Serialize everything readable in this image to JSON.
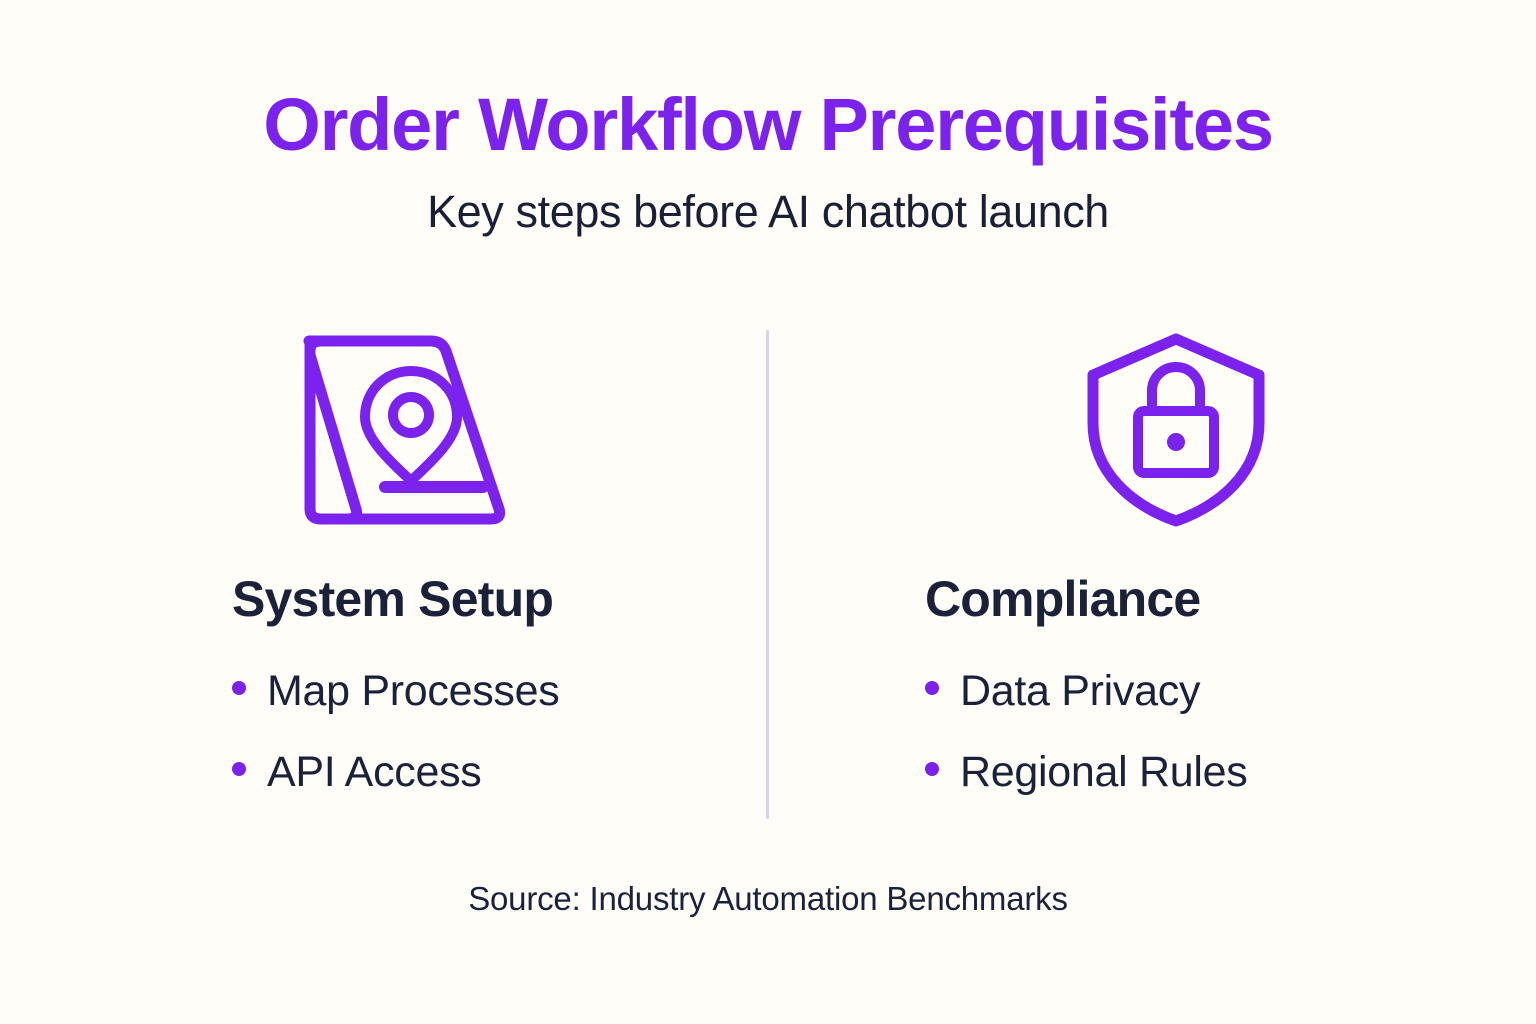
{
  "theme": {
    "background": "#FFFDF7",
    "accent_purple": "#7B22EE",
    "text_dark": "#1A2138",
    "divider": "#D6D3E4"
  },
  "header": {
    "title": "Order Workflow Prerequisites",
    "subtitle": "Key steps before AI chatbot launch"
  },
  "columns": [
    {
      "icon": "map-location-icon",
      "heading": "System Setup",
      "bullets": [
        {
          "label": "Map Processes"
        },
        {
          "label": "API Access"
        }
      ]
    },
    {
      "icon": "shield-lock-icon",
      "heading": "Compliance",
      "bullets": [
        {
          "label": "Data Privacy"
        },
        {
          "label": "Regional Rules"
        }
      ]
    }
  ],
  "footer": {
    "source": "Source: Industry Automation Benchmarks"
  }
}
